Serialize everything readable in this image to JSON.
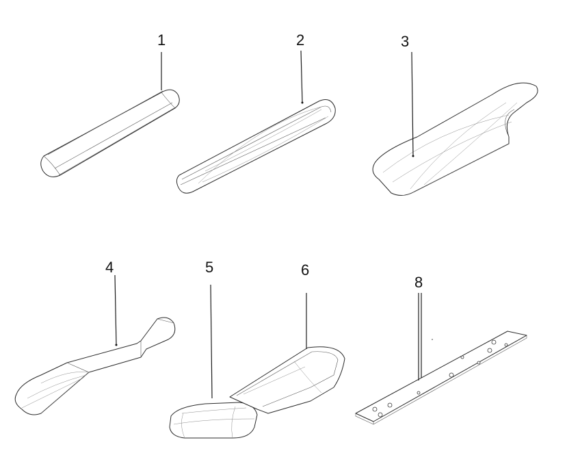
{
  "callouts": {
    "p1": "1",
    "p2": "2",
    "p3": "3",
    "p4": "4",
    "p5": "5",
    "p6": "6",
    "p8": "8"
  }
}
